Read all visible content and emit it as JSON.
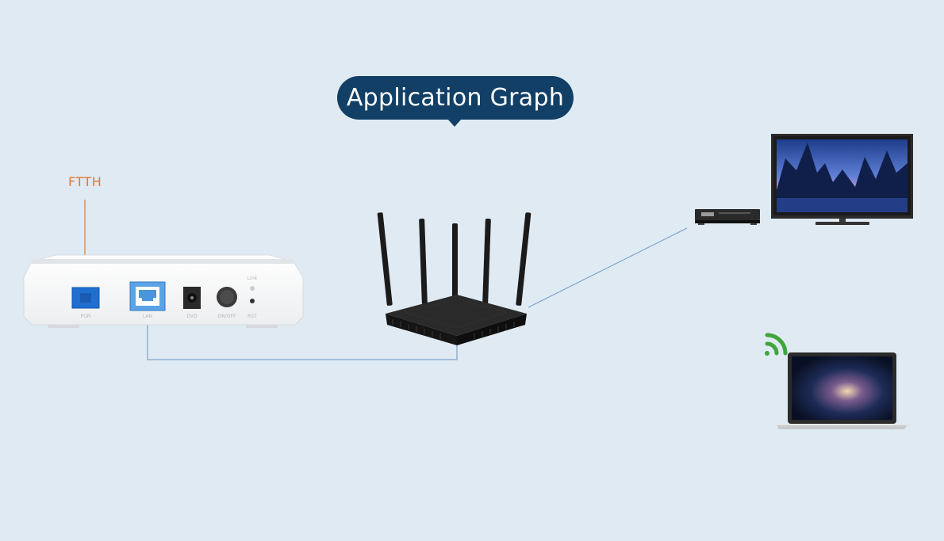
{
  "title": "Application Graph",
  "ftth_label": "FTTH",
  "onu_ports": [
    "PON",
    "LAN",
    "DVD",
    "ON/OFF",
    "RST"
  ],
  "onu_led": "Link",
  "colors": {
    "background": "#dfeaf3",
    "title_bubble": "#123f66",
    "ftth_accent": "#e6782e",
    "cable": "#7fa3c9",
    "pon_port": "#1f6fd1",
    "wifi": "#3fa63c",
    "router": "#1b1b1b"
  },
  "devices": [
    "onu-device",
    "wifi-router",
    "set-top-box",
    "television",
    "laptop"
  ]
}
